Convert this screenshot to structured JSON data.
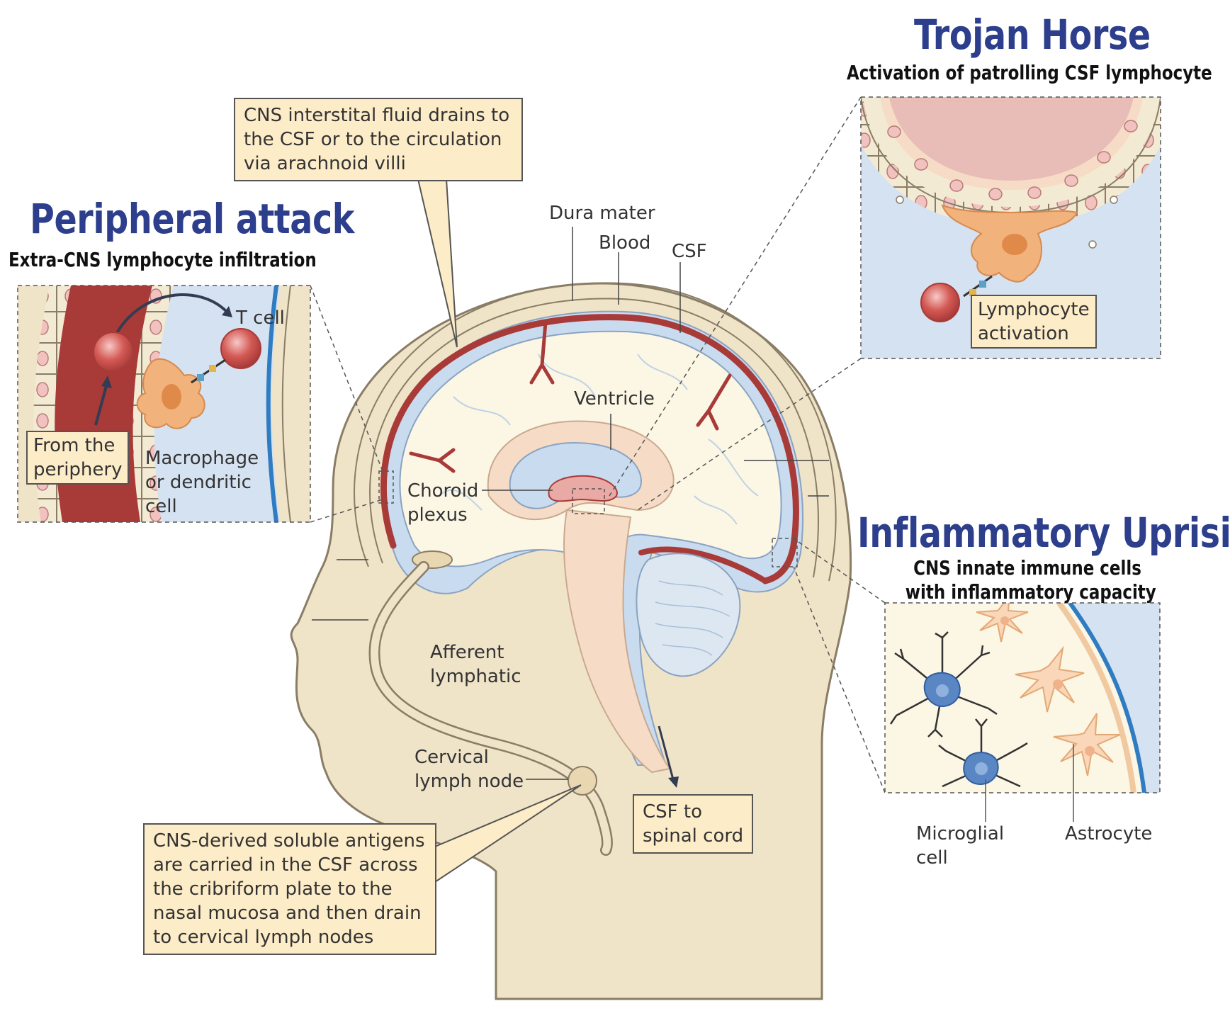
{
  "panels": {
    "trojan": {
      "title": "Trojan Horse",
      "subtitle": "Activation of patrolling CSF lymphocyte",
      "box_label": [
        "Lymphocyte",
        "activation"
      ]
    },
    "peripheral": {
      "title": "Peripheral attack",
      "subtitle": "Extra-CNS lymphocyte infiltration",
      "t_cell": "T cell",
      "from": [
        "From the",
        "periphery"
      ],
      "macrophage": [
        "Macrophage",
        "or dendritic",
        "cell"
      ]
    },
    "inflammatory": {
      "title": "Inflammatory Uprising",
      "subtitle": [
        "CNS innate immune cells",
        "with inflammatory capacity"
      ],
      "microglial": [
        "Microglial",
        "cell"
      ],
      "astrocyte": "Astrocyte"
    }
  },
  "labels": {
    "dura": "Dura mater",
    "blood": "Blood",
    "csf": "CSF",
    "ventricle": "Ventricle",
    "choroid": [
      "Choroid",
      "plexus"
    ],
    "afferent": [
      "Afferent",
      "lymphatic"
    ],
    "cervical": [
      "Cervical",
      "lymph node"
    ]
  },
  "callouts": {
    "interstitial": [
      "CNS interstital fluid drains to",
      "the CSF or to the circulation",
      "via arachnoid villi"
    ],
    "spinal": [
      "CSF to",
      "spinal cord"
    ],
    "antigens": [
      "CNS-derived soluble antigens",
      "are carried in the CSF across",
      "the cribriform plate to the",
      "nasal mucosa and then drain",
      "to cervical lymph nodes"
    ]
  },
  "colors": {
    "skin": "#efe3c8",
    "skin_outline": "#8a7d66",
    "csf_blue": "#c9dbee",
    "blood_red": "#a83a38",
    "brain": "#fcf6e4",
    "callout": "#fdecc8",
    "heading_blue": "#2c3e8c",
    "cell_orange": "#f1b27c",
    "cell_blue": "#5a86c4"
  }
}
